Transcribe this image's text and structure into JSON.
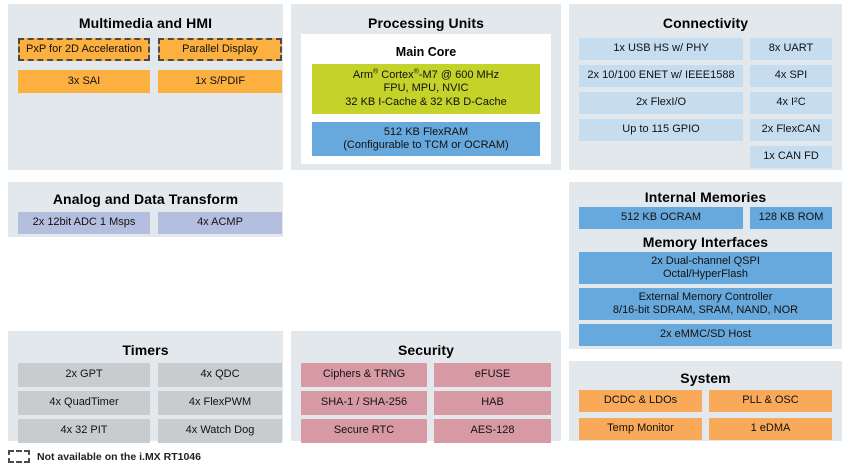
{
  "diagram": {
    "title_visible": false,
    "colors": {
      "panel_bg": "#e3e8ec",
      "orange": "#fbb040",
      "orange_light": "#f8a95a",
      "light_blue": "#c6dcef",
      "medium_blue": "#68a9dd",
      "olive": "#c4d22a",
      "periwinkle": "#b4bedf",
      "gray": "#c9cccf",
      "rose": "#d79aa5",
      "dashed_border": "#4b4b4b"
    }
  },
  "panels": {
    "multimedia": {
      "title": "Multimedia and HMI",
      "blocks": [
        {
          "label": "PxP for 2D Acceleration",
          "style": "dashed"
        },
        {
          "label": "Parallel Display",
          "style": "dashed"
        },
        {
          "label": "3x SAI",
          "style": "orange"
        },
        {
          "label": "1x S/PDIF",
          "style": "orange"
        }
      ]
    },
    "processing": {
      "title": "Processing Units",
      "subtitle": "Main Core",
      "core_line1": "Arm® Cortex®-M7 @ 600 MHz",
      "core_line2": "FPU, MPU, NVIC",
      "core_line3": "32 KB I-Cache & 32 KB D-Cache",
      "flexram_line1": "512 KB FlexRAM",
      "flexram_line2": "(Configurable to TCM or OCRAM)"
    },
    "connectivity": {
      "title": "Connectivity",
      "left_blocks": [
        {
          "label": "1x USB HS w/ PHY"
        },
        {
          "label": "2x 10/100 ENET w/ IEEE1588"
        },
        {
          "label": "2x FlexI/O"
        },
        {
          "label": "Up to 115 GPIO"
        }
      ],
      "right_blocks": [
        {
          "label": "8x UART"
        },
        {
          "label": "4x SPI"
        },
        {
          "label": "4x I²C"
        },
        {
          "label": "2x FlexCAN"
        },
        {
          "label": "1x CAN FD"
        }
      ]
    },
    "analog": {
      "title": "Analog and Data Transform",
      "blocks": [
        {
          "label": "2x 12bit ADC 1 Msps"
        },
        {
          "label": "4x ACMP"
        }
      ]
    },
    "internal_memories": {
      "title": "Internal Memories",
      "blocks": [
        {
          "label": "512 KB OCRAM"
        },
        {
          "label": "128 KB ROM"
        }
      ]
    },
    "memory_interfaces": {
      "title": "Memory Interfaces",
      "qspi_line1": "2x Dual-channel QSPI",
      "qspi_line2": "Octal/HyperFlash",
      "emc_line1": "External Memory Controller",
      "emc_line2": "8/16-bit SDRAM, SRAM, NAND, NOR",
      "emmc": "2x eMMC/SD Host"
    },
    "timers": {
      "title": "Timers",
      "left_blocks": [
        {
          "label": "2x GPT"
        },
        {
          "label": "4x QuadTimer"
        },
        {
          "label": "4x 32 PIT"
        }
      ],
      "right_blocks": [
        {
          "label": "4x QDC"
        },
        {
          "label": "4x FlexPWM"
        },
        {
          "label": "4x Watch Dog"
        }
      ]
    },
    "security": {
      "title": "Security",
      "left_blocks": [
        {
          "label": "Ciphers & TRNG"
        },
        {
          "label": "SHA-1 / SHA-256"
        },
        {
          "label": "Secure RTC"
        }
      ],
      "right_blocks": [
        {
          "label": "eFUSE"
        },
        {
          "label": "HAB"
        },
        {
          "label": "AES-128"
        }
      ]
    },
    "system": {
      "title": "System",
      "left_blocks": [
        {
          "label": "DCDC & LDOs"
        },
        {
          "label": "Temp Monitor"
        }
      ],
      "right_blocks": [
        {
          "label": "PLL & OSC"
        },
        {
          "label": "1 eDMA"
        }
      ]
    }
  },
  "legend": {
    "text": "Not available on the i.MX RT1046"
  }
}
